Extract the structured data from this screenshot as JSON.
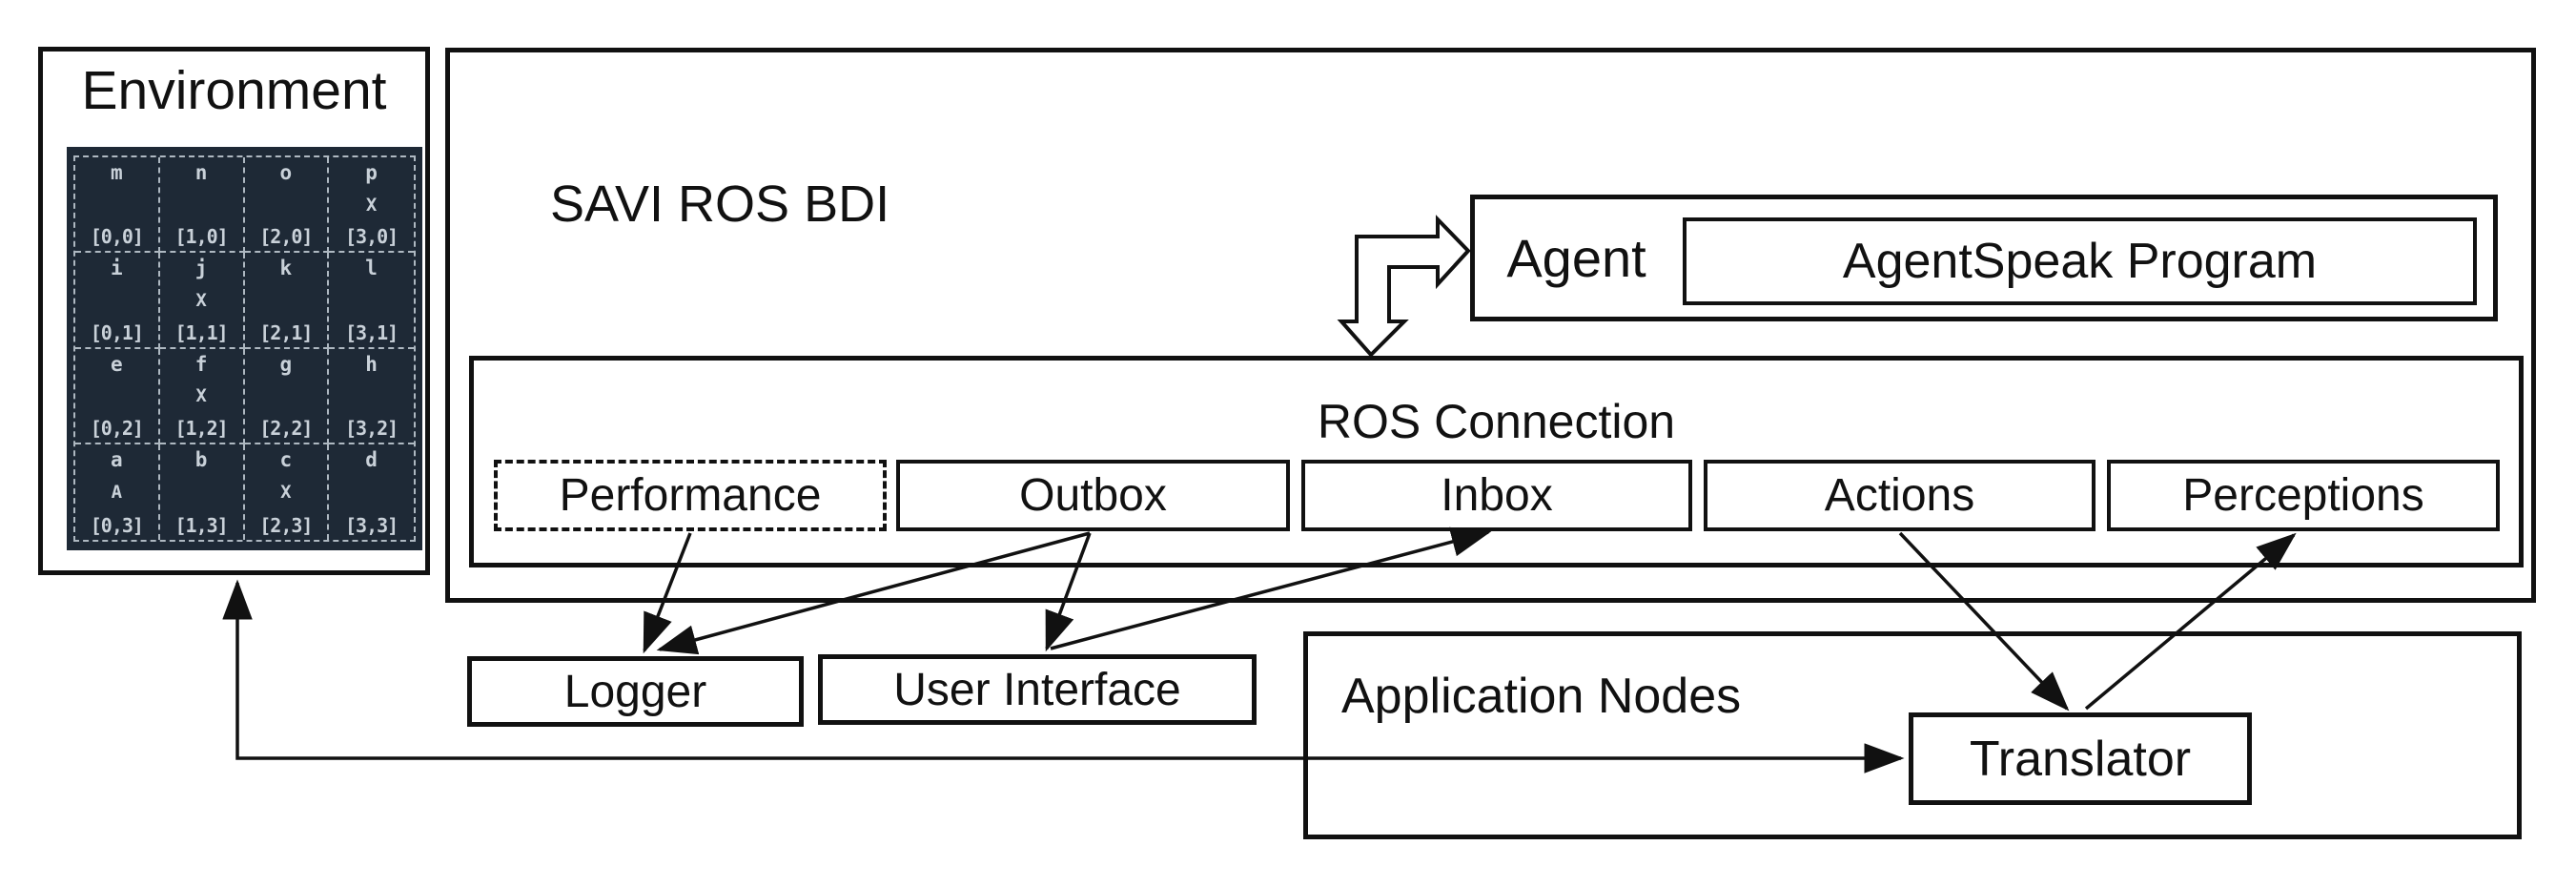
{
  "diagram": {
    "colors": {
      "background": "#ffffff",
      "stroke": "#111111",
      "grid_background": "#1e2936",
      "grid_foreground": "#c9d1d9"
    },
    "environment": {
      "title": "Environment",
      "grid": {
        "rows": [
          [
            {
              "letter": "m",
              "marker": "",
              "coord": "[0,0]"
            },
            {
              "letter": "n",
              "marker": "",
              "coord": "[1,0]"
            },
            {
              "letter": "o",
              "marker": "",
              "coord": "[2,0]"
            },
            {
              "letter": "p",
              "marker": "X",
              "coord": "[3,0]"
            }
          ],
          [
            {
              "letter": "i",
              "marker": "",
              "coord": "[0,1]"
            },
            {
              "letter": "j",
              "marker": "X",
              "coord": "[1,1]"
            },
            {
              "letter": "k",
              "marker": "",
              "coord": "[2,1]"
            },
            {
              "letter": "l",
              "marker": "",
              "coord": "[3,1]"
            }
          ],
          [
            {
              "letter": "e",
              "marker": "",
              "coord": "[0,2]"
            },
            {
              "letter": "f",
              "marker": "X",
              "coord": "[1,2]"
            },
            {
              "letter": "g",
              "marker": "",
              "coord": "[2,2]"
            },
            {
              "letter": "h",
              "marker": "",
              "coord": "[3,2]"
            }
          ],
          [
            {
              "letter": "a",
              "marker": "A",
              "coord": "[0,3]"
            },
            {
              "letter": "b",
              "marker": "",
              "coord": "[1,3]"
            },
            {
              "letter": "c",
              "marker": "X",
              "coord": "[2,3]"
            },
            {
              "letter": "d",
              "marker": "",
              "coord": "[3,3]"
            }
          ]
        ]
      }
    },
    "savi": {
      "title": "SAVI ROS BDI",
      "agent": {
        "label": "Agent",
        "program_label": "AgentSpeak Program"
      },
      "ros_connection": {
        "title": "ROS Connection",
        "topics": [
          {
            "label": "Performance"
          },
          {
            "label": "Outbox"
          },
          {
            "label": "Inbox"
          },
          {
            "label": "Actions"
          },
          {
            "label": "Perceptions"
          }
        ]
      }
    },
    "nodes": {
      "logger": "Logger",
      "user_interface": "User Interface",
      "application_nodes": "Application Nodes",
      "translator": "Translator"
    },
    "arrows": [
      {
        "from": "Performance",
        "to": "Logger",
        "bidirectional": false,
        "style": "line"
      },
      {
        "from": "Outbox",
        "to": "Logger",
        "bidirectional": false,
        "style": "line"
      },
      {
        "from": "Outbox",
        "to": "User Interface",
        "bidirectional": false,
        "style": "line"
      },
      {
        "from": "User Interface",
        "to": "Inbox",
        "bidirectional": false,
        "style": "line"
      },
      {
        "from": "Actions",
        "to": "Translator",
        "bidirectional": false,
        "style": "line"
      },
      {
        "from": "Translator",
        "to": "Perceptions",
        "bidirectional": false,
        "style": "line"
      },
      {
        "from": "Environment",
        "to": "Translator",
        "bidirectional": true,
        "style": "elbow-line"
      },
      {
        "from": "Agent",
        "to": "ROS Connection",
        "bidirectional": true,
        "style": "block-arrow"
      }
    ]
  }
}
